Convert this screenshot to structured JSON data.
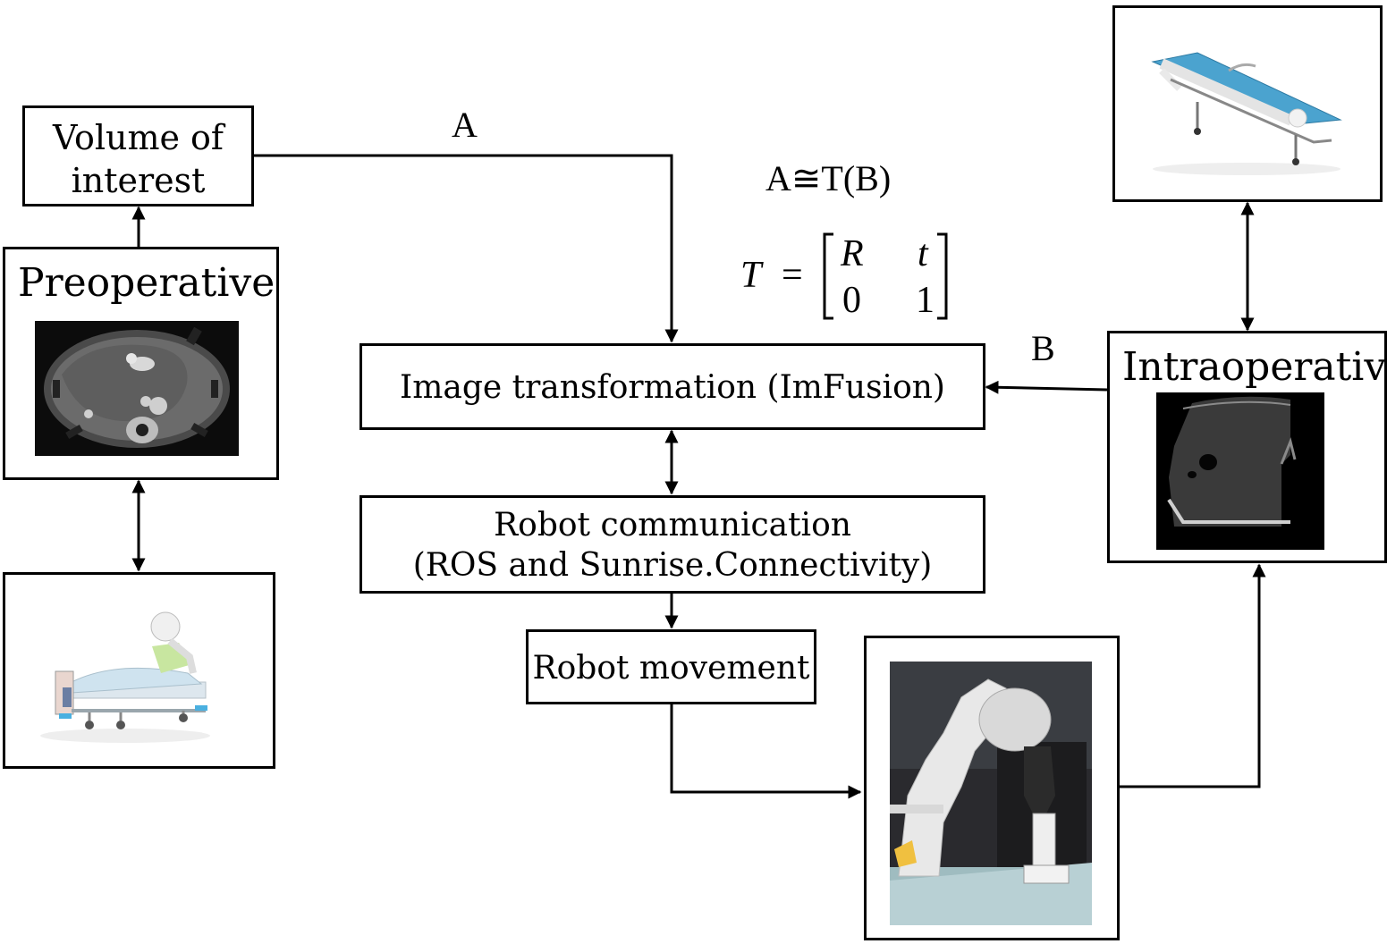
{
  "nodes": {
    "volume_of_interest": {
      "line1": "Volume of",
      "line2": "interest"
    },
    "preoperative": {
      "label": "Preoperative"
    },
    "intraoperative": {
      "label": "Intraoperative"
    },
    "image_transformation": {
      "label": "Image transformation (ImFusion)"
    },
    "robot_communication": {
      "line1": "Robot communication",
      "line2": "(ROS and Sunrise.Connectivity)"
    },
    "robot_movement": {
      "label": "Robot movement"
    }
  },
  "edge_labels": {
    "a": "A",
    "b": "B"
  },
  "equations": {
    "relation": "A≅T(B)",
    "matrix_lhs": "T",
    "matrix_equals": "=",
    "matrix_r": "R",
    "matrix_t": "t",
    "matrix_zero": "0",
    "matrix_one": "1"
  }
}
